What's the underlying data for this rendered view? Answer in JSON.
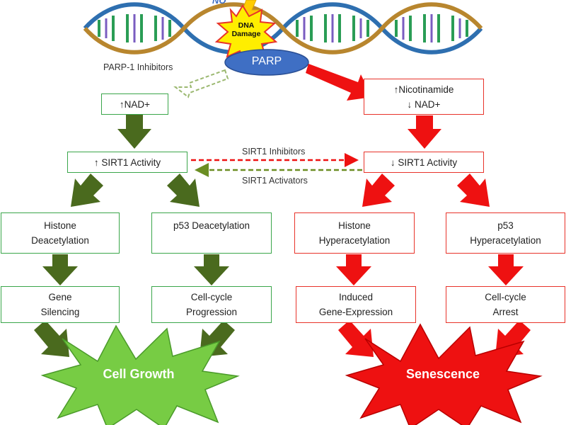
{
  "top": {
    "partial_text": "NO",
    "dna_damage": "DNA\nDamage",
    "parp": "PARP",
    "parp1_inhibitors": "PARP-1 Inhibitors"
  },
  "left": {
    "nad_up": "↑NAD+",
    "sirt1_up": "↑ SIRT1 Activity",
    "histone_deacetylation": "Histone\nDeacetylation",
    "p53_deacetylation": "p53 Deacetylation",
    "gene_silencing": "Gene\nSilencing",
    "cell_cycle_progression": "Cell-cycle\nProgression",
    "outcome": "Cell Growth"
  },
  "right": {
    "nicotinamide_nad": "↑Nicotinamide\n↓ NAD+",
    "sirt1_down": "↓ SIRT1 Activity",
    "histone_hyperacetylation": "Histone\nHyperacetylation",
    "p53_hyperacetylation": "p53\nHyperacetylation",
    "induced_gene_expression": "Induced\nGene-Expression",
    "cell_cycle_arrest": "Cell-cycle\nArrest",
    "outcome": "Senescence"
  },
  "middle": {
    "sirt1_inhibitors": "SIRT1 Inhibitors",
    "sirt1_activators": "SIRT1 Activators"
  },
  "colors": {
    "green_box_border": "#3aa64a",
    "red_box_border": "#e8332a",
    "green_arrow": "#4a6a1e",
    "red_arrow": "#ee1111",
    "cell_growth_fill": "#77cc44",
    "senescence_fill": "#ee1111",
    "parp_fill": "#3f6fc4",
    "dna_damage_fill": "#ffee00"
  }
}
